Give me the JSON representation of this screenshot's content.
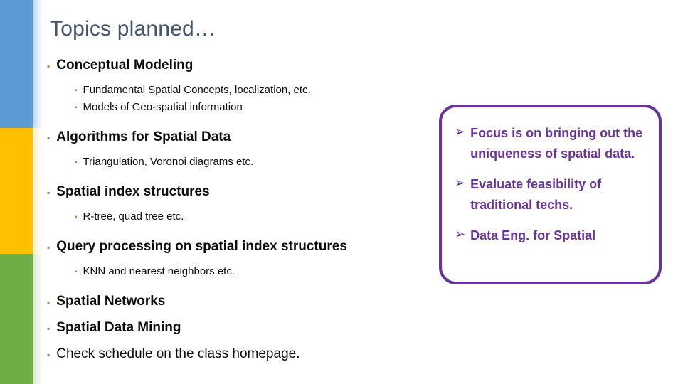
{
  "slide": {
    "title": "Topics planned…",
    "background_color": "#ffffff",
    "title_color": "#44546a"
  },
  "sidebar": {
    "bars": [
      {
        "name": "blue-bar",
        "color": "#5b9bd5"
      },
      {
        "name": "yellow-bar",
        "color": "#ffc000"
      },
      {
        "name": "green-bar",
        "color": "#6dae44"
      }
    ]
  },
  "bullet_marker": "▪",
  "bullet_color": "#d0743c",
  "outline": [
    {
      "level": 1,
      "text": "Conceptual Modeling",
      "bold": true
    },
    {
      "level": 2,
      "text": "Fundamental Spatial Concepts, localization, etc.",
      "bold": false
    },
    {
      "level": 2,
      "text": "Models of Geo-spatial information",
      "bold": false
    },
    {
      "level": 1,
      "text": "Algorithms for Spatial Data",
      "bold": true
    },
    {
      "level": 2,
      "text": "Triangulation, Voronoi diagrams etc.",
      "bold": false
    },
    {
      "level": 1,
      "text": "Spatial index structures",
      "bold": true
    },
    {
      "level": 2,
      "text": "R-tree, quad tree etc.",
      "bold": false
    },
    {
      "level": 1,
      "text": "Query processing on spatial index structures",
      "bold": true
    },
    {
      "level": 2,
      "text": "KNN and nearest neighbors etc.",
      "bold": false
    },
    {
      "level": 1,
      "text": "Spatial Networks",
      "bold": true
    },
    {
      "level": 1,
      "text": "Spatial Data Mining",
      "bold": true
    },
    {
      "level": 1,
      "text": "Check schedule on the class homepage.",
      "bold": false
    }
  ],
  "callout": {
    "border_color": "#6a3399",
    "text_color": "#6a3399",
    "arrow_marker": "➢",
    "items": [
      {
        "text": "Focus is on bringing out the uniqueness of spatial data."
      },
      {
        "text": "Evaluate feasibility of traditional techs."
      },
      {
        "text": "Data Eng. for Spatial"
      }
    ]
  }
}
